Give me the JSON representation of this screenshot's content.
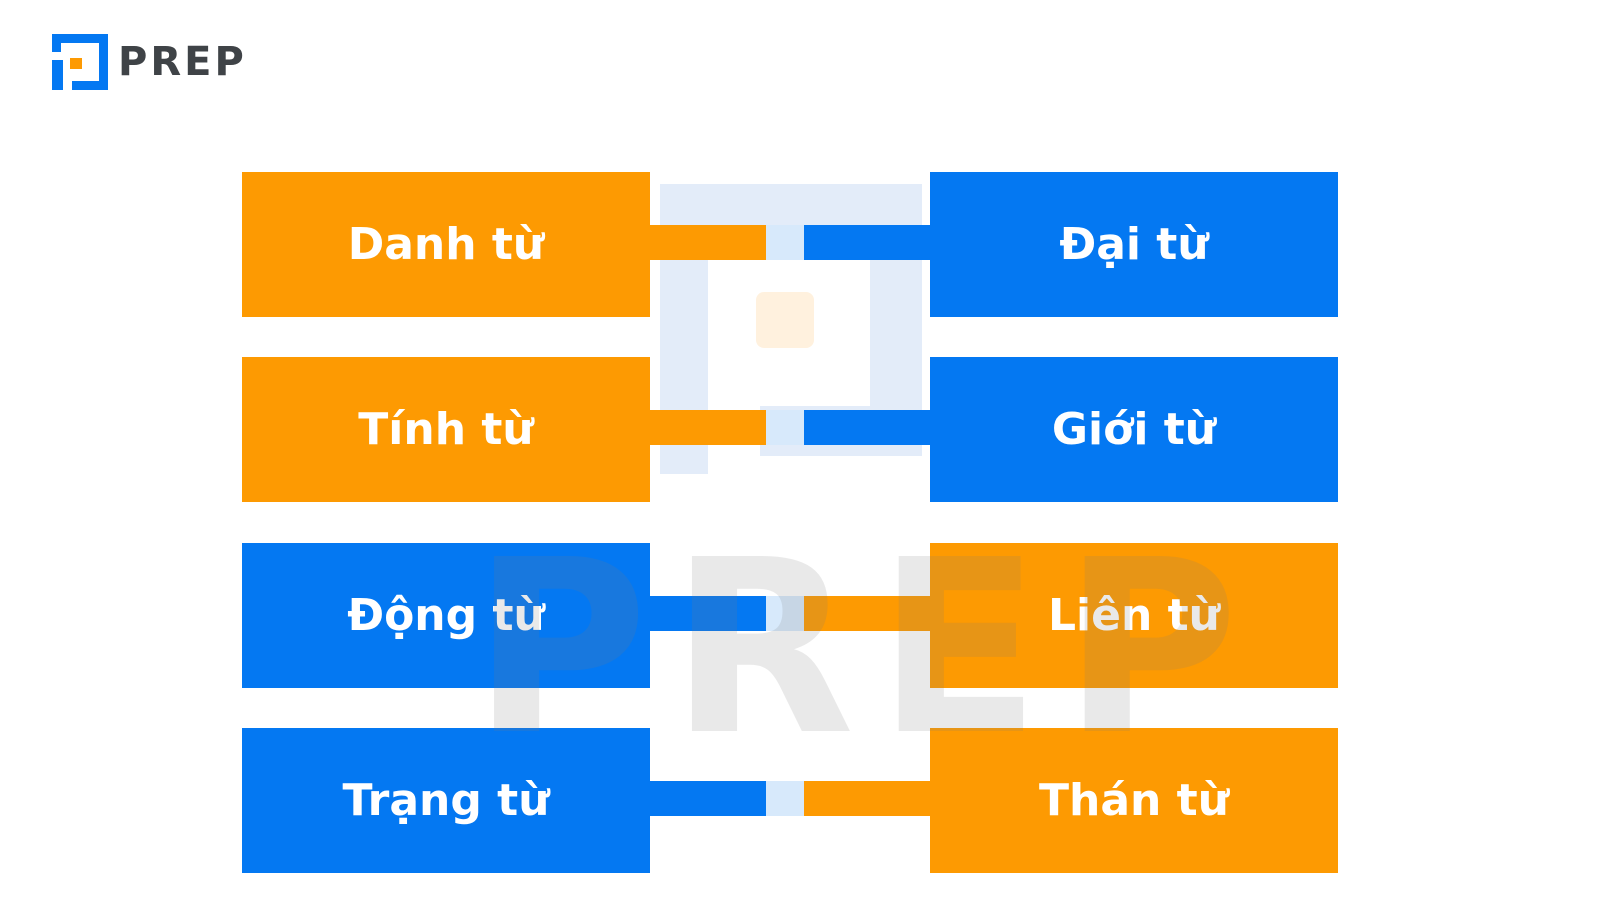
{
  "logo": {
    "text": "PREP",
    "icon": "prep-logo-icon"
  },
  "watermark": {
    "text": "PREP",
    "icon": "prep-watermark-icon"
  },
  "colors": {
    "orange": "#FD9A02",
    "blue": "#0478F2",
    "connector_gap": "#D7E9FB",
    "background": "#FFFFFF"
  },
  "rows": [
    {
      "left": {
        "label": "Danh từ",
        "color": "orange"
      },
      "right": {
        "label": "Đại từ",
        "color": "blue"
      }
    },
    {
      "left": {
        "label": "Tính từ",
        "color": "orange"
      },
      "right": {
        "label": "Giới từ",
        "color": "blue"
      }
    },
    {
      "left": {
        "label": "Động từ",
        "color": "blue"
      },
      "right": {
        "label": "Liên từ",
        "color": "orange"
      }
    },
    {
      "left": {
        "label": "Trạng từ",
        "color": "blue"
      },
      "right": {
        "label": "Thán từ",
        "color": "orange"
      }
    }
  ]
}
